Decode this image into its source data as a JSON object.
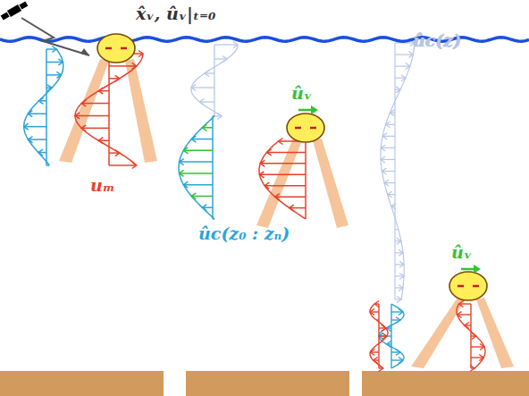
{
  "diagram": {
    "labels": [
      "x̂ᵥ, ûᵥ|ₜ₌₀",
      "uₘ",
      "ûc(z₀ : zₙ)",
      "ûᵥ",
      "ûc(z)",
      "ûᵥ"
    ]
  }
}
